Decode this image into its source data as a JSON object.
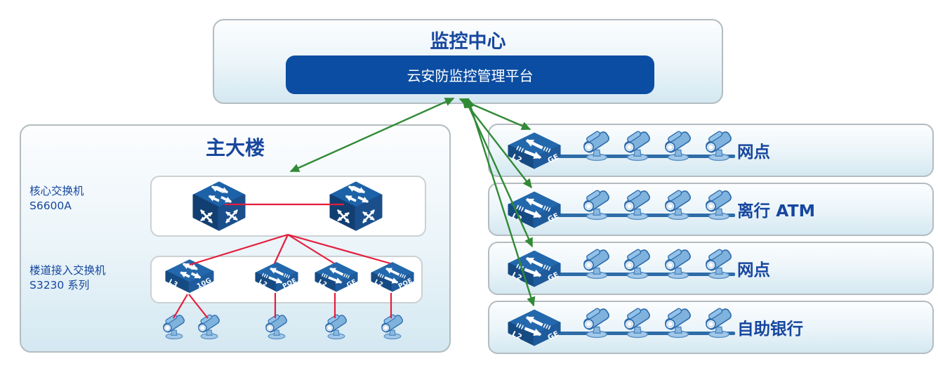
{
  "monitoring_center": {
    "title": "监控中心",
    "platform_label": "云安防监控管理平台"
  },
  "main_building": {
    "title": "主大楼",
    "core_group_label_line1": "核心交换机",
    "core_group_label_line2": "S6600A",
    "access_group_label_line1": "楼道接入交换机",
    "access_group_label_line2": "S3230 系列",
    "access_switches": [
      {
        "left_port": "L3",
        "right_port": "10G"
      },
      {
        "left_port": "L2",
        "right_port": "POE"
      },
      {
        "left_port": "L2",
        "right_port": "GE"
      },
      {
        "left_port": "L2",
        "right_port": "POE"
      }
    ]
  },
  "branches": [
    {
      "label": "网点",
      "switch": {
        "left_port": "L2",
        "right_port": "GE"
      }
    },
    {
      "label": "离行 ATM",
      "switch": {
        "left_port": "L2",
        "right_port": "GE"
      }
    },
    {
      "label": "网点",
      "switch": {
        "left_port": "L2",
        "right_port": "GE"
      }
    },
    {
      "label": "自助银行",
      "switch": {
        "left_port": "L2",
        "right_port": "GE"
      }
    }
  ],
  "colors": {
    "accent_text": "#17479e",
    "platform_bg": "#0b4da2",
    "green": "#318a36",
    "red": "#e41e3c",
    "trunk_blue": "#2e6ca8",
    "panel_border": "#b3bcc0",
    "white_box_border": "#ccd1d4"
  }
}
